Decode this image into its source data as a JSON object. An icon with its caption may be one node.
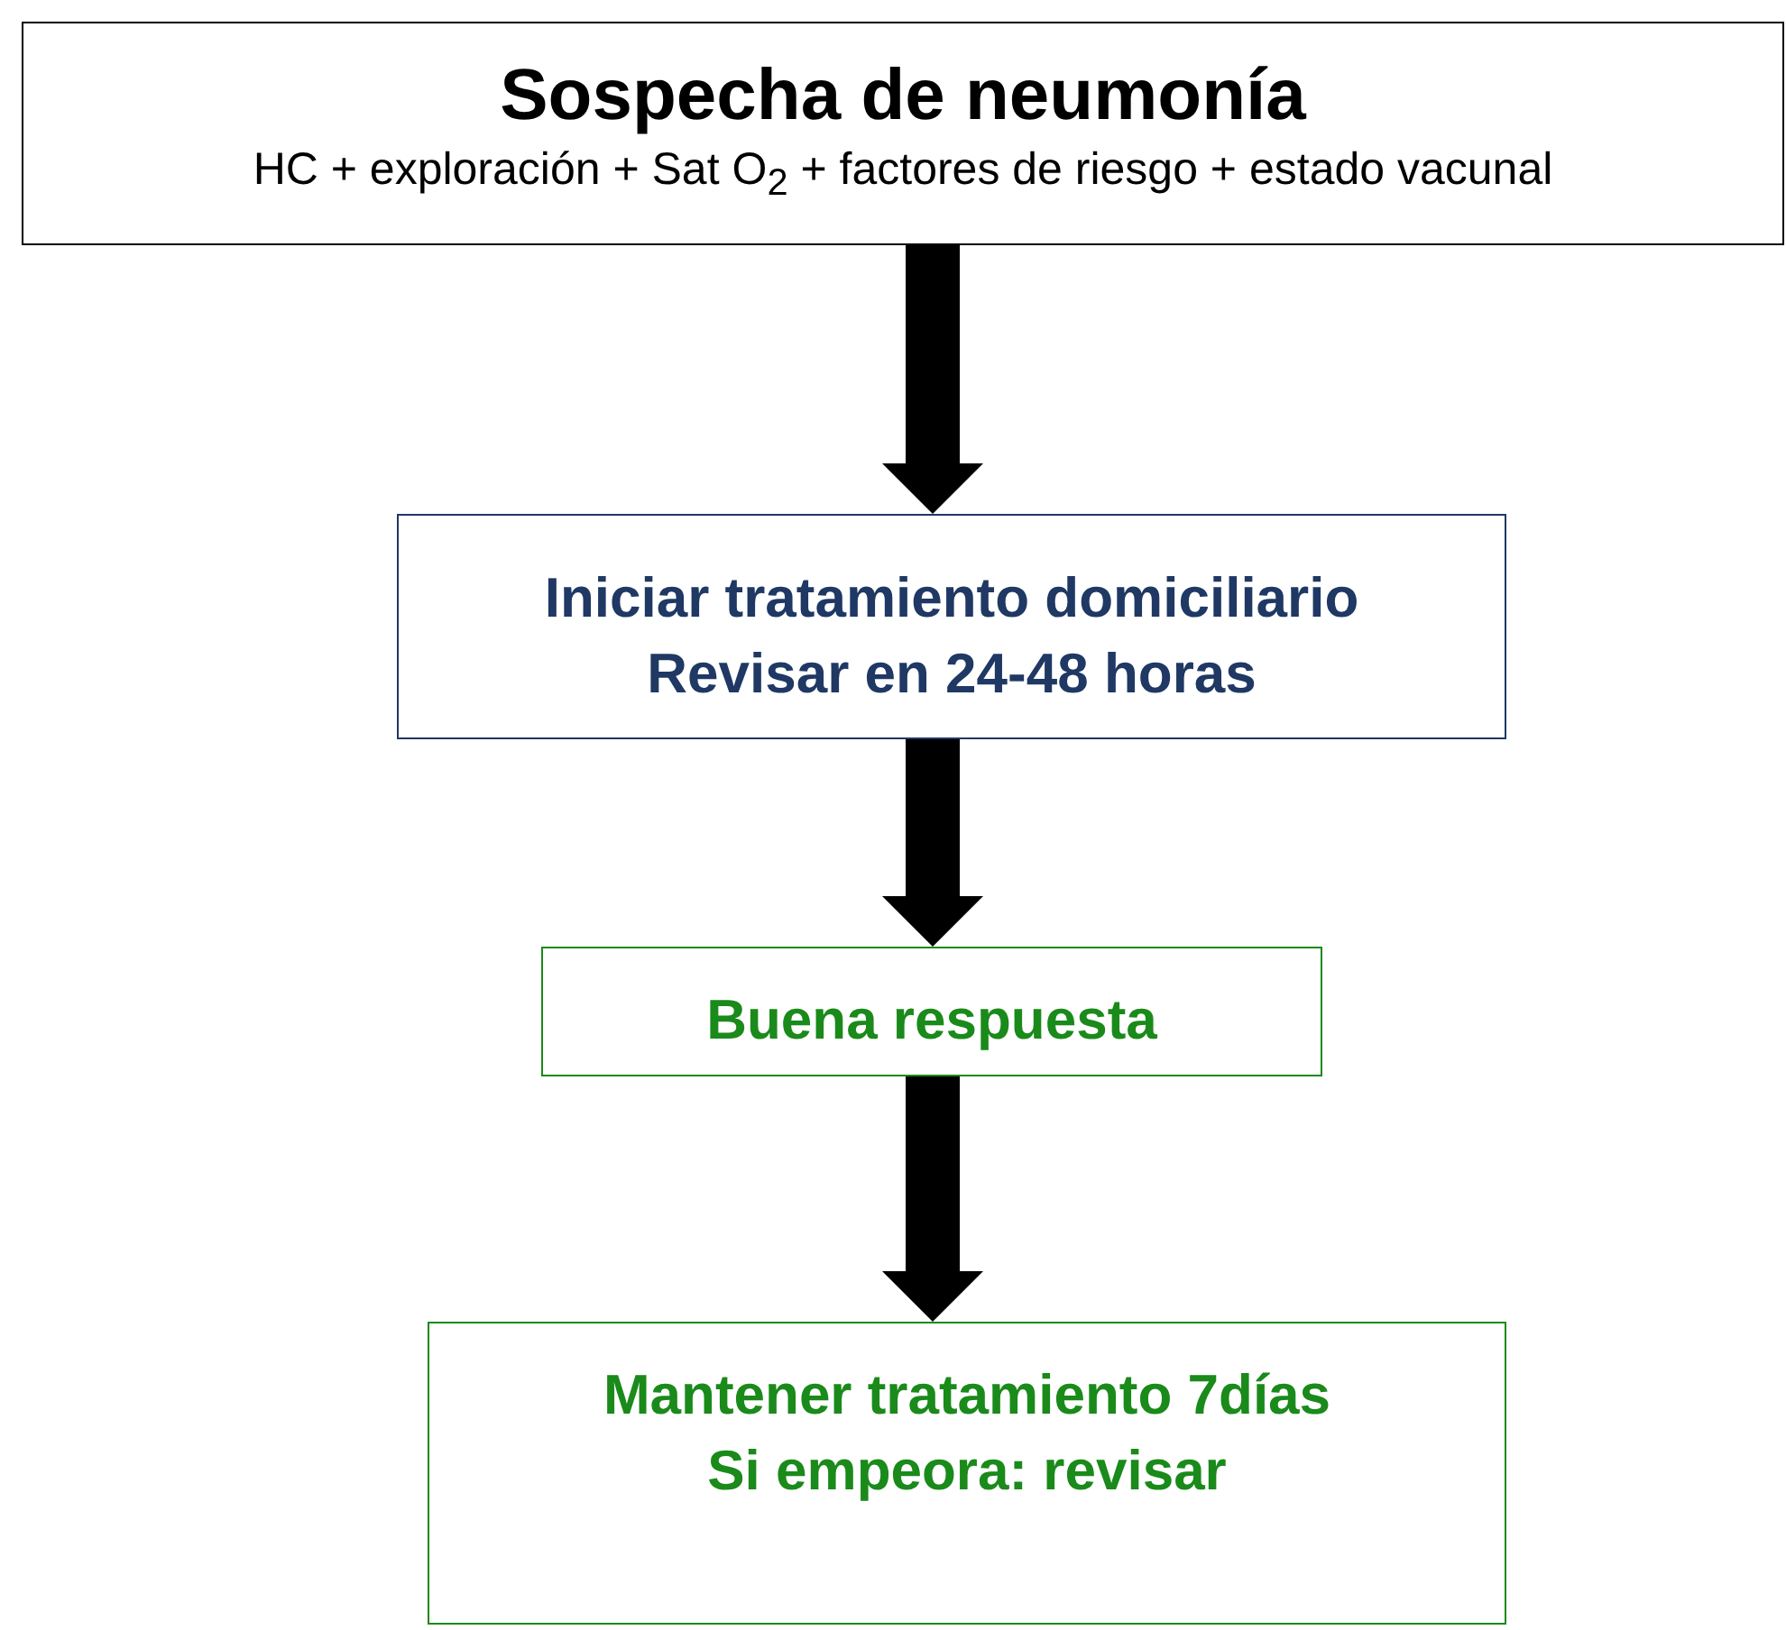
{
  "diagram": {
    "nodes": [
      {
        "text": [
          "Sospecha de neumonía",
          "HC + exploración + Sat O$_{2}$ + factores de riesgo + estado vacunal"
        ]
      },
      {
        "text": [
          "Iniciar tratamiento domiciliario",
          "Revisar en 24-48 horas"
        ]
      },
      {
        "text": [
          "Buena respuesta"
        ]
      },
      {
        "text": [
          "Mantener tratamiento 7días",
          "Si empeora: revisar"
        ]
      }
    ],
    "edges": [
      {
        "from": 0,
        "to": 1,
        "arrow": "to"
      },
      {
        "from": 1,
        "to": 2,
        "arrow": "to"
      },
      {
        "from": 2,
        "to": 3,
        "arrow": "to"
      }
    ]
  }
}
